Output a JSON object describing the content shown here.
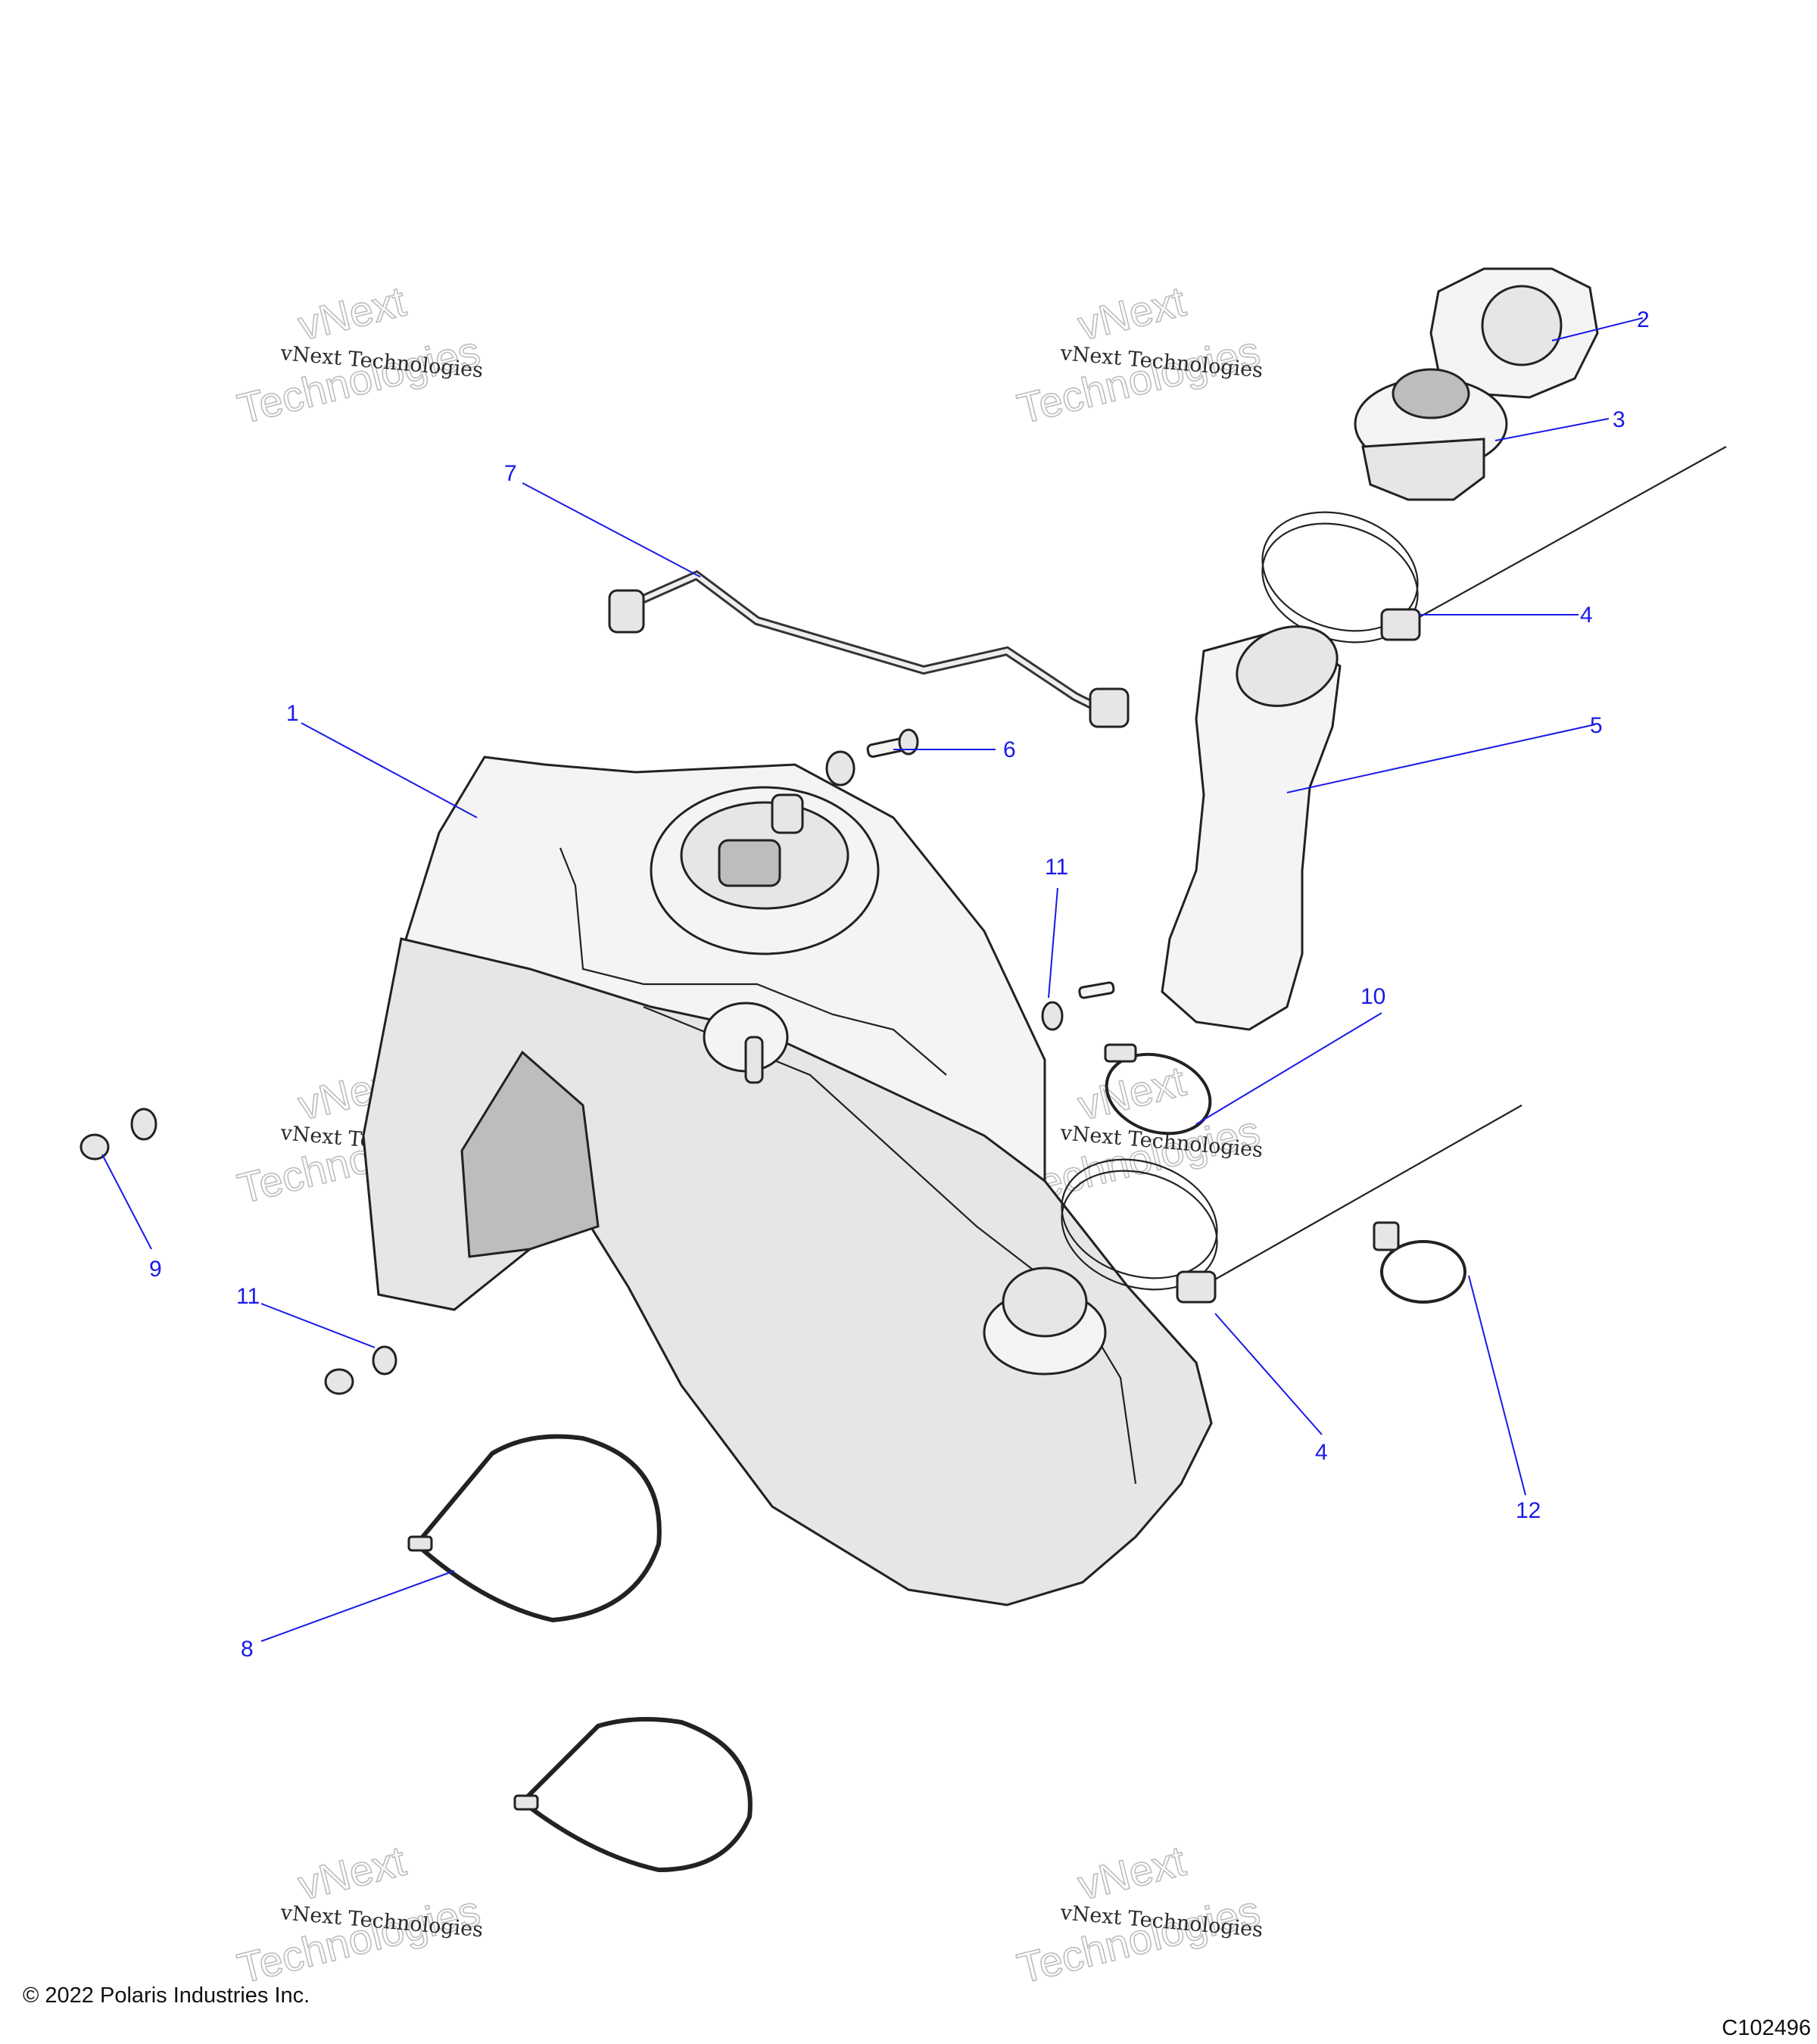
{
  "watermark": {
    "line_small": "vNext Technologies",
    "line_big_1": "vNext",
    "line_big_2": "Technologies"
  },
  "callouts": {
    "c1": "1",
    "c2": "2",
    "c3": "3",
    "c4a": "4",
    "c4b": "4",
    "c5": "5",
    "c6": "6",
    "c7": "7",
    "c8": "8",
    "c9": "9",
    "c10": "10",
    "c11a": "11",
    "c11b": "11",
    "c12": "12"
  },
  "footer": {
    "copyright": "© 2022 Polaris Industries Inc.",
    "figure_id": "C102496"
  },
  "colors": {
    "callout": "#1a1ae6",
    "line": "#222222"
  }
}
